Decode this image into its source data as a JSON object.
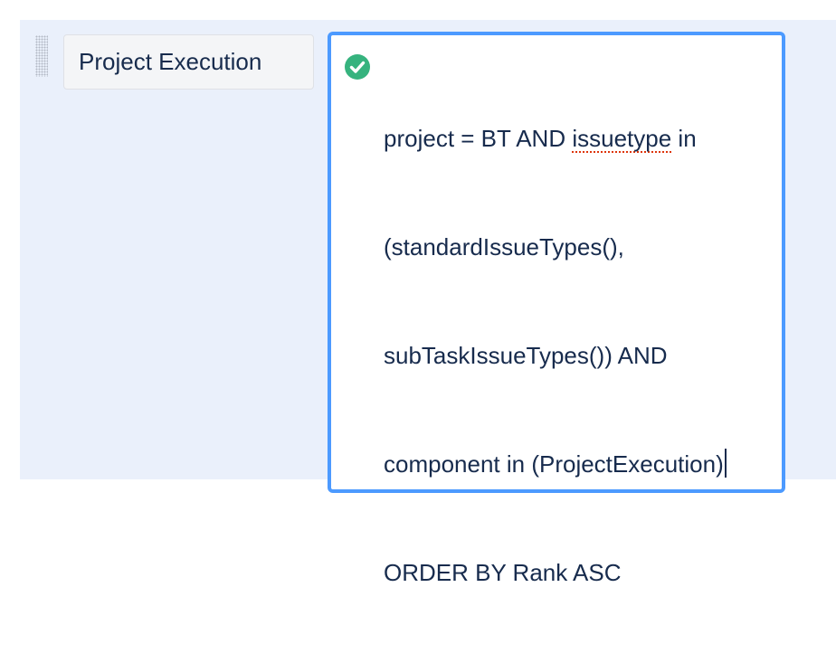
{
  "column": {
    "name": "Project Execution"
  },
  "jql": {
    "validation_icon": "check-circle-icon",
    "status_color": "#36b37e",
    "line1_prefix": "project = BT AND ",
    "line1_flagged": "issuetype",
    "line1_suffix": " in",
    "line2": "(standardIssueTypes(),",
    "line3": "subTaskIssueTypes()) AND",
    "line4": "component in (ProjectExecution)",
    "line5": "ORDER BY Rank ASC"
  },
  "colors": {
    "focus_border": "#4c9aff",
    "panel_background": "#eaf0fb",
    "text": "#172b4d"
  }
}
